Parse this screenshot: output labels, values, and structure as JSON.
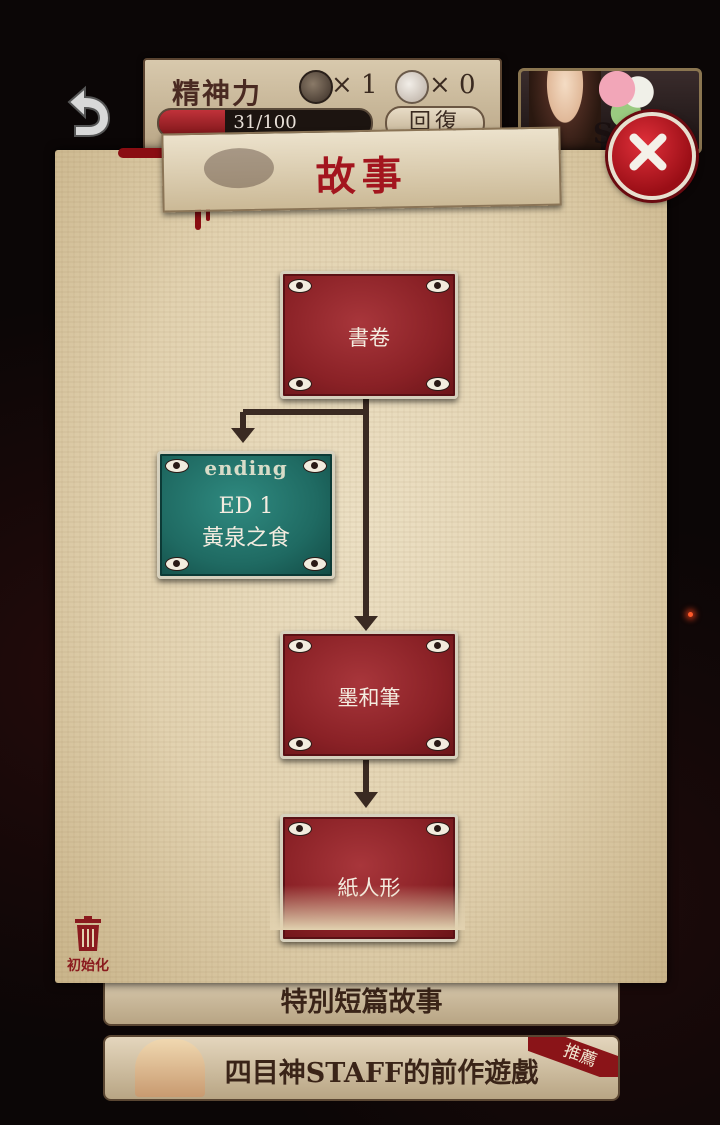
{
  "hud": {
    "title": "精神力",
    "item1_count": "× 1",
    "item2_count": "× 0",
    "stamina_text": "31/100",
    "stamina_fraction": 0.31,
    "recover_label": "回復"
  },
  "avatar_corner_letter": "S",
  "panel": {
    "title": "故事"
  },
  "nodes": {
    "scroll": "書卷",
    "ending_tag": "ending",
    "ending_line1": "ED 1",
    "ending_line2": "黃泉之食",
    "ink_brush": "墨和筆",
    "paper_doll": "紙人形"
  },
  "reset_label": "初始化",
  "bottom": {
    "special_label": "特別短篇故事",
    "promo_label": "四目神STAFF的前作遊戲",
    "promo_badge": "推薦"
  },
  "colors": {
    "node_red": "#8a2126",
    "node_green": "#1f6a62",
    "accent_red": "#a3151e",
    "connector": "#3a2a22"
  }
}
